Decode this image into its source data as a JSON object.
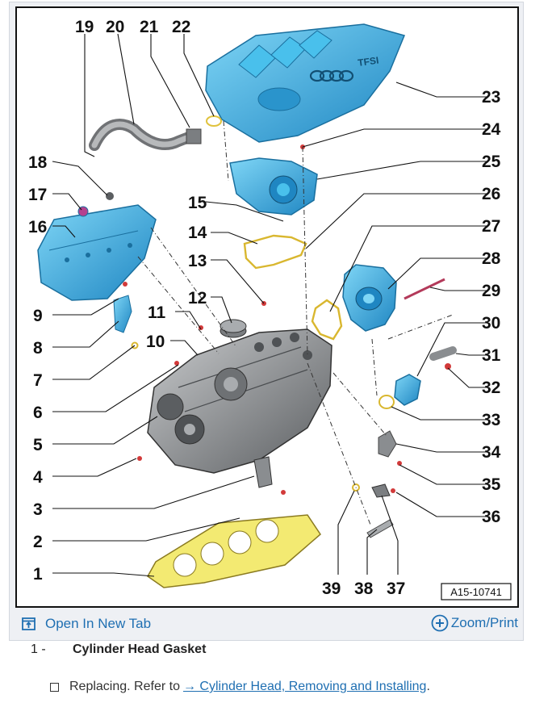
{
  "diagram": {
    "figure_id": "A15-10741",
    "callouts": {
      "c1": "1",
      "c2": "2",
      "c3": "3",
      "c4": "4",
      "c5": "5",
      "c6": "6",
      "c7": "7",
      "c8": "8",
      "c9": "9",
      "c10": "10",
      "c11": "11",
      "c12": "12",
      "c13": "13",
      "c14": "14",
      "c15": "15",
      "c16": "16",
      "c17": "17",
      "c18": "18",
      "c19": "19",
      "c20": "20",
      "c21": "21",
      "c22": "22",
      "c23": "23",
      "c24": "24",
      "c25": "25",
      "c26": "26",
      "c27": "27",
      "c28": "28",
      "c29": "29",
      "c30": "30",
      "c31": "31",
      "c32": "32",
      "c33": "33",
      "c34": "34",
      "c35": "35",
      "c36": "36",
      "c37": "37",
      "c38": "38",
      "c39": "39"
    },
    "colors": {
      "part_blue": "#3bb5e6",
      "part_blue_dark": "#1f86c2",
      "engine_gray": "#8a8d90",
      "gasket_yellow": "#f3ea72",
      "accent_red": "#d23a3a"
    }
  },
  "toolbar": {
    "open_tab_label": "Open In New Tab",
    "open_tab_icon": "open-in-new-tab-icon",
    "zoom_label": "Zoom/Print",
    "zoom_icon": "zoom-plus-icon"
  },
  "item": {
    "number": "1 -",
    "title": "Cylinder Head Gasket",
    "sub_prefix": "Replacing. Refer to",
    "sub_link": "→ Cylinder Head, Removing and Installing",
    "sub_suffix": "."
  },
  "theme": {
    "link_color": "#1f6fb2"
  }
}
